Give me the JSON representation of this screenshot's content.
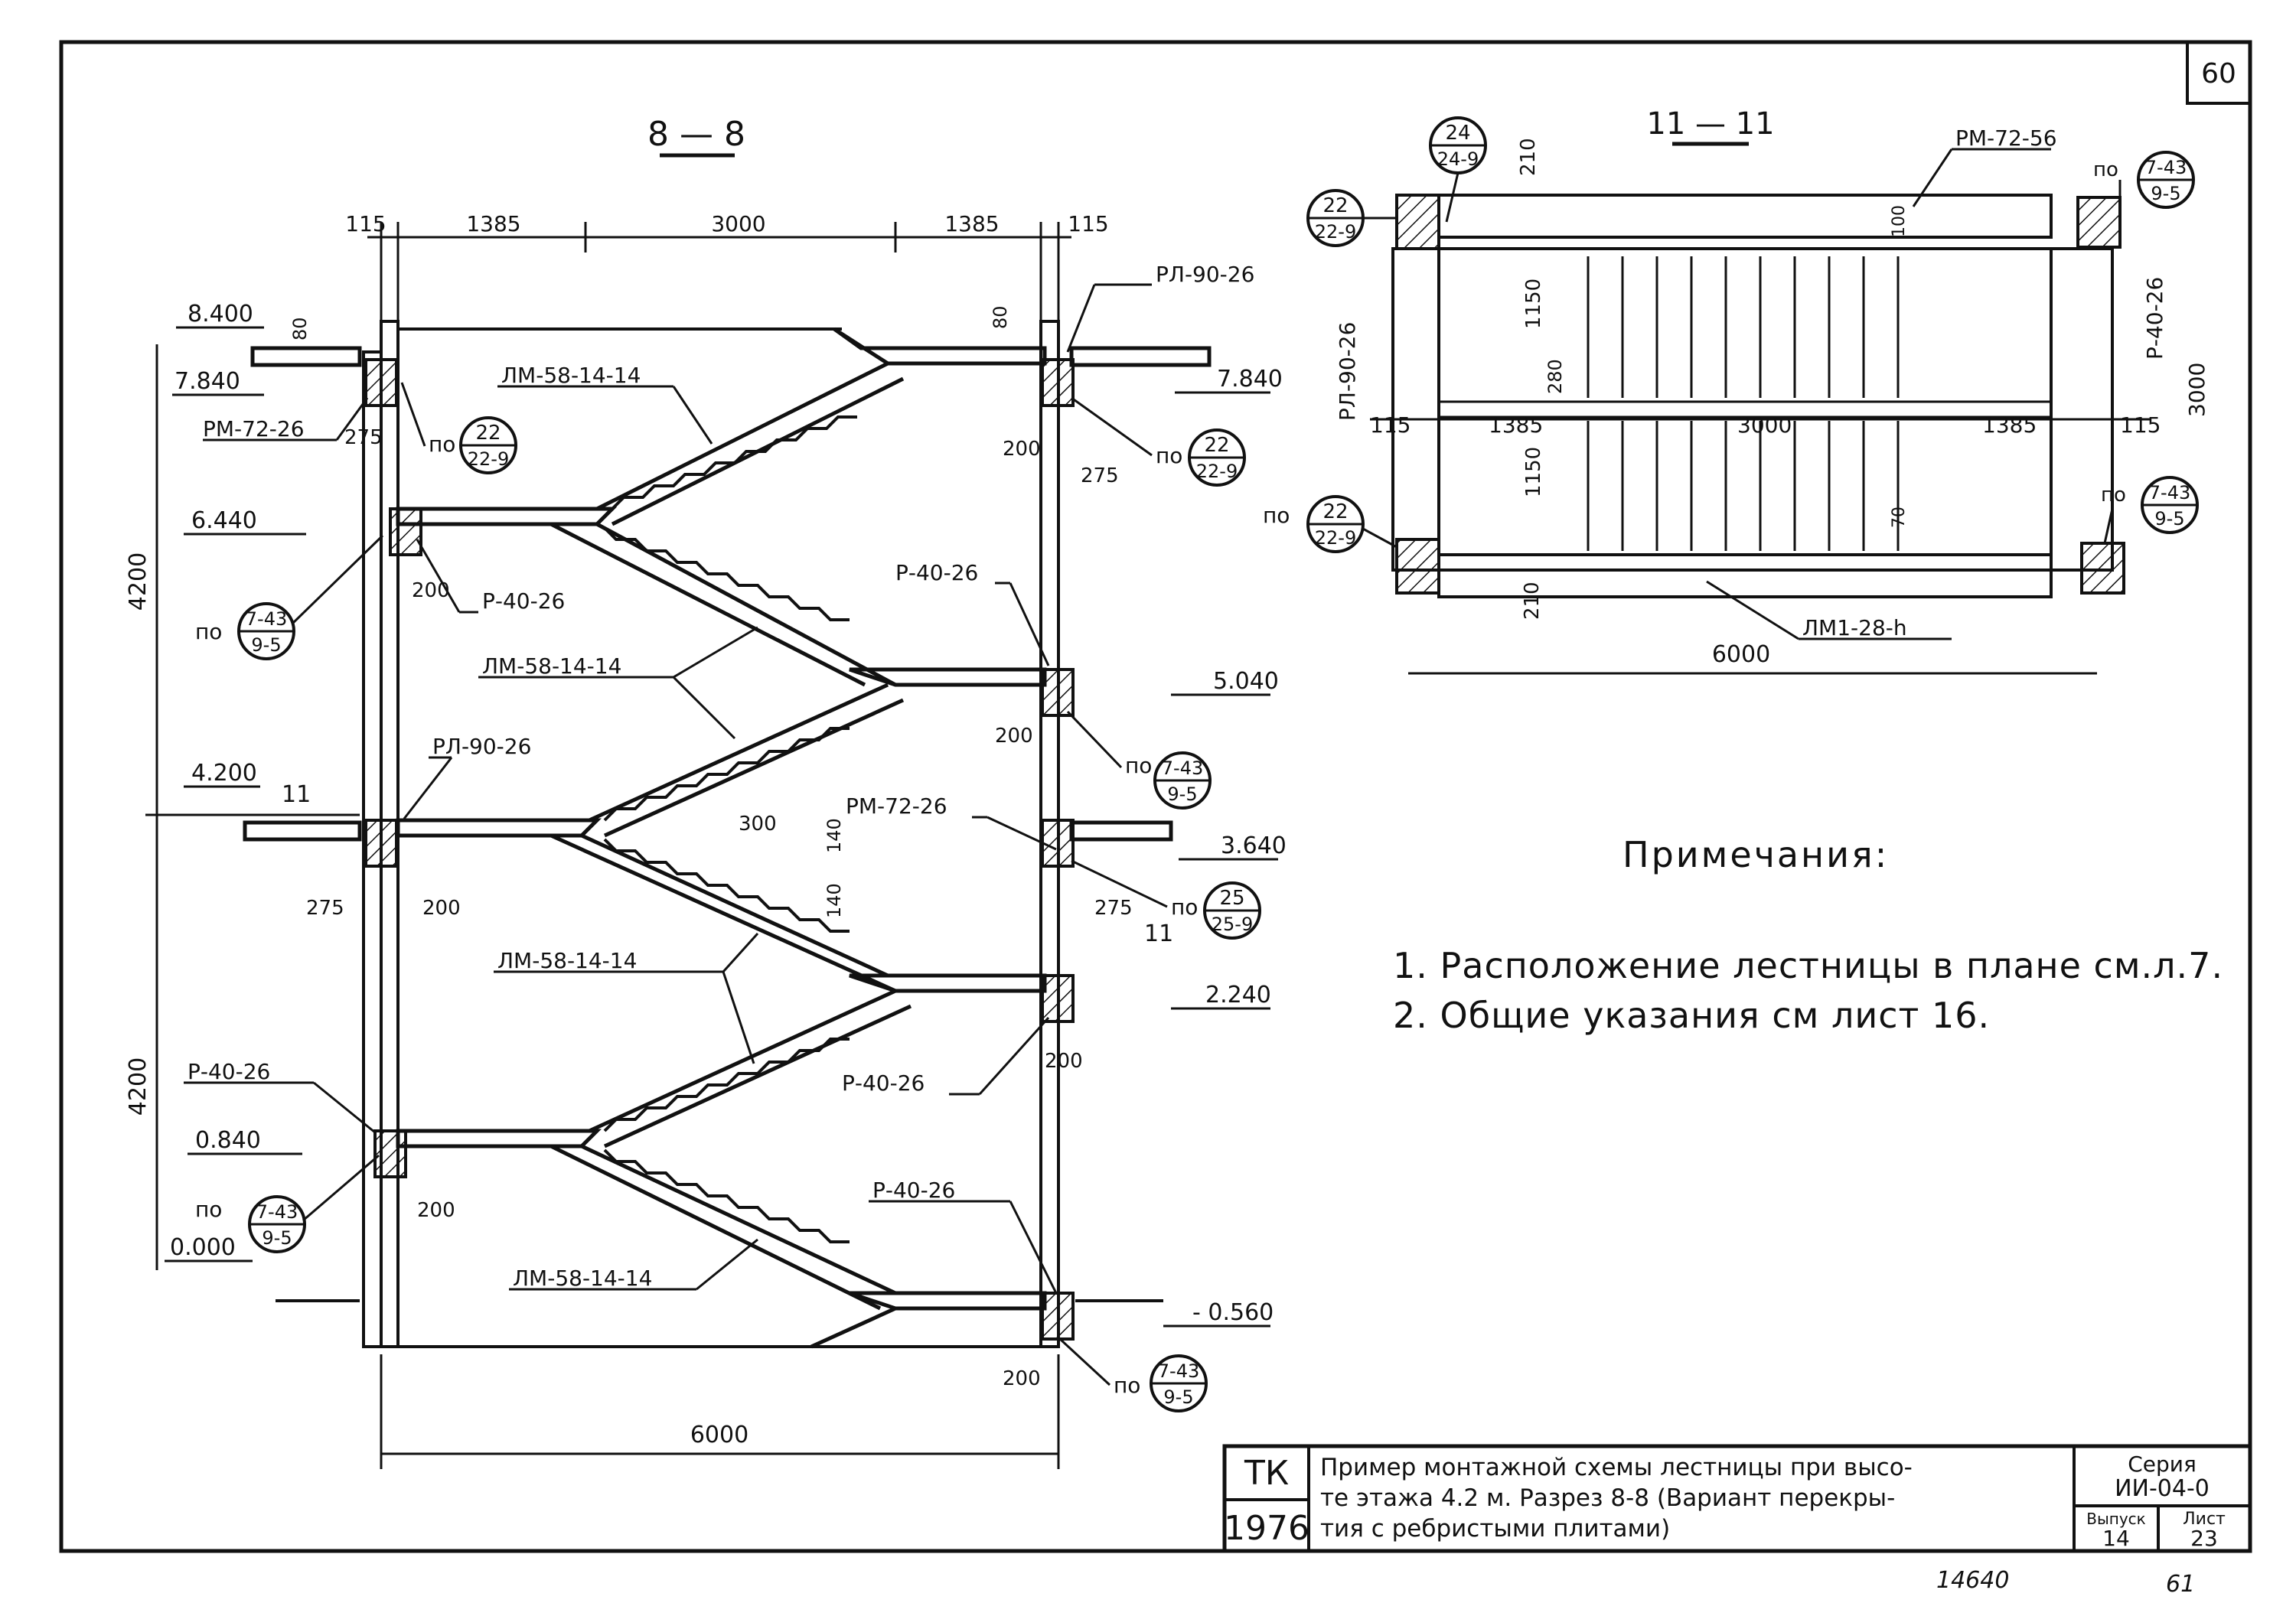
{
  "sheet_number": "60",
  "section_8": {
    "title": "8 — 8",
    "dims_top": [
      "115",
      "1385",
      "3000",
      "1385",
      "115"
    ],
    "dim_bottom": "6000",
    "heights": [
      "4200",
      "4200"
    ],
    "levels_left": [
      "8.400",
      "7.840",
      "6.440",
      "4.200",
      "0.840",
      "0.000"
    ],
    "levels_right": [
      "7.840",
      "5.040",
      "3.640",
      "2.240",
      "- 0.560"
    ],
    "small_dims": [
      "80",
      "80",
      "275",
      "200",
      "200",
      "275",
      "200",
      "275",
      "200",
      "200",
      "200",
      "200",
      "275",
      "300",
      "140",
      "140"
    ],
    "cut_marks": [
      "11",
      "11"
    ],
    "labels": {
      "pr_top": "РЛ-90-26",
      "rm_top_left": "РМ-72-26",
      "lm1": "ЛМ-58-14-14",
      "r_left1": "Р-40-26",
      "lm2": "ЛМ-58-14-14",
      "r_right1": "Р-40-26",
      "rl_mid": "РЛ-90-26",
      "rm_mid": "РМ-72-26",
      "lm3": "ЛМ-58-14-14",
      "r_right2": "Р-40-26",
      "r_left2": "Р-40-26",
      "r_right3": "Р-40-26",
      "lm4": "ЛМ-58-14-14"
    },
    "callouts": [
      {
        "prefix": "по",
        "top": "22",
        "bottom": "22-9"
      },
      {
        "prefix": "по",
        "top": "22",
        "bottom": "22-9"
      },
      {
        "prefix": "по",
        "top": "7-43",
        "bottom": "9-5"
      },
      {
        "prefix": "по",
        "top": "7-43",
        "bottom": "9-5"
      },
      {
        "prefix": "по",
        "top": "25",
        "bottom": "25-9"
      },
      {
        "prefix": "по",
        "top": "7-43",
        "bottom": "9-5"
      },
      {
        "prefix": "по",
        "top": "7-43",
        "bottom": "9-5"
      }
    ]
  },
  "section_11": {
    "title": "11 — 11",
    "labels": {
      "rm": "РМ-72-56",
      "rl": "РЛ-90-26",
      "r": "Р-40-26",
      "lm": "ЛМ1-28-h"
    },
    "dims": [
      "210",
      "1150",
      "280",
      "1150",
      "210",
      "115",
      "1385",
      "3000",
      "1385",
      "115",
      "3000",
      "6000",
      "100",
      "70"
    ],
    "callouts": [
      {
        "prefix": "",
        "top": "24",
        "bottom": "24-9"
      },
      {
        "prefix": "",
        "top": "22",
        "bottom": "22-9"
      },
      {
        "prefix": "по",
        "top": "7-43",
        "bottom": "9-5"
      },
      {
        "prefix": "по",
        "top": "22",
        "bottom": "22-9"
      },
      {
        "prefix": "по",
        "top": "7-43",
        "bottom": "9-5"
      }
    ]
  },
  "notes": {
    "heading": "Примечания:",
    "items": [
      "1. Расположение лестницы в плане см.л.7.",
      "2. Общие указания см лист 16."
    ]
  },
  "title_block": {
    "tk": "ТК",
    "year": "1976",
    "description_lines": [
      "Пример монтажной схемы лестницы при высо-",
      "те этажа 4.2 м. Разрез 8-8 (Вариант перекры-",
      "тия с ребристыми плитами)"
    ],
    "series_label": "Серия",
    "series_value": "ИИ-04-0",
    "issue_label": "Выпуск",
    "issue_value": "14",
    "sheet_label": "Лист",
    "sheet_value": "23"
  },
  "footer": {
    "left": "14640",
    "right": "61"
  }
}
